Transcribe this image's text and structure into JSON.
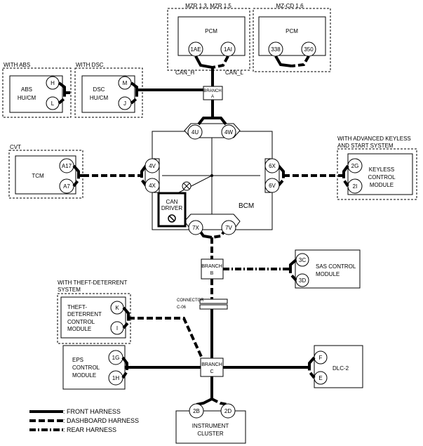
{
  "groups": {
    "mzr": "MZR 1.3, MZR 1.5",
    "mzcd": "MZ-CD 1.6",
    "with_abs": "WITH ABS",
    "with_dsc": "WITH DSC",
    "cvt": "CVT",
    "keyless_1": "WITH ADVANCED KEYLESS",
    "keyless_2": "AND START SYSTEM",
    "theft_1": "WITH THEFT-DETERRENT",
    "theft_2": "SYSTEM"
  },
  "modules": {
    "pcm_a": "PCM",
    "pcm_b": "PCM",
    "abs_1": "ABS",
    "abs_2": "HU/CM",
    "dsc_1": "DSC",
    "dsc_2": "HU/CM",
    "tcm": "TCM",
    "keyless_1": "KEYLESS",
    "keyless_2": "CONTROL",
    "keyless_3": "MODULE",
    "bcm": "BCM",
    "can_driver_1": "CAN",
    "can_driver_2": "DRIVER",
    "sas_1": "SAS CONTROL",
    "sas_2": "MODULE",
    "theft_1": "THEFT-",
    "theft_2": "DETERRENT",
    "theft_3": "CONTROL",
    "theft_4": "MODULE",
    "eps_1": "EPS",
    "eps_2": "CONTROL",
    "eps_3": "MODULE",
    "dlc": "DLC-2",
    "cluster_1": "INSTRUMENT",
    "cluster_2": "CLUSTER"
  },
  "can_labels": {
    "h": "CAN_H",
    "l": "CAN_L"
  },
  "branches": {
    "a_1": "BRANCH",
    "a_2": "A",
    "b_1": "BRANCH",
    "b_2": "B",
    "c_1": "BRANCH",
    "c_2": "C"
  },
  "connector": {
    "line1": "CONNECTOR",
    "line2": "C-06"
  },
  "pins": {
    "pcm_a_1": "1AE",
    "pcm_a_2": "1AI",
    "pcm_b_1": "338",
    "pcm_b_2": "350",
    "abs_h": "H",
    "abs_l": "L",
    "dsc_m": "M",
    "dsc_j": "J",
    "tcm_1": "A17",
    "tcm_2": "A7",
    "key_1": "2G",
    "key_2": "2I",
    "bcm_4u": "4U",
    "bcm_4w": "4W",
    "bcm_4v": "4V",
    "bcm_4x": "4X",
    "bcm_6x": "6X",
    "bcm_6v": "6V",
    "bcm_7x": "7X",
    "bcm_7v": "7V",
    "sas_3c": "3C",
    "sas_3d": "3D",
    "theft_k": "K",
    "theft_i": "I",
    "eps_1g": "1G",
    "eps_1h": "1H",
    "dlc_f": "F",
    "dlc_e": "E",
    "ic_2b": "2B",
    "ic_2d": "2D"
  },
  "legend": {
    "front": ": FRONT HARNESS",
    "dashboard": ": DASHBOARD HARNESS",
    "rear": ": REAR HARNESS"
  }
}
